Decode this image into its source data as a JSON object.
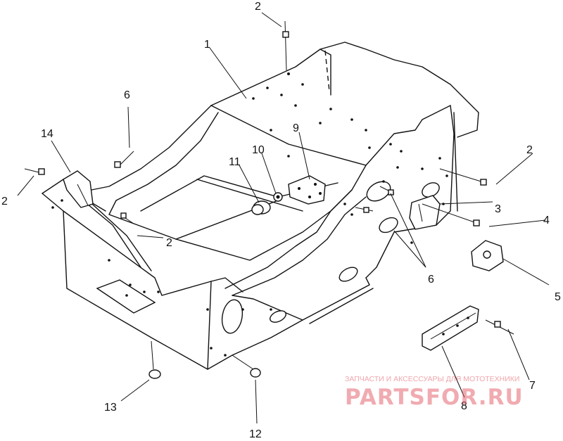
{
  "callouts": {
    "c1": "1",
    "c2_top": "2",
    "c2_left": "2",
    "c2_mid": "2",
    "c2_right": "2",
    "c3": "3",
    "c4": "4",
    "c5": "5",
    "c6_left": "6",
    "c6_right": "6",
    "c7": "7",
    "c8": "8",
    "c9": "9",
    "c10": "10",
    "c11": "11",
    "c12": "12",
    "c13": "13",
    "c14": "14"
  },
  "watermark": {
    "caption": "ЗАПЧАСТИ И АКСЕССУАРЫ ДЛЯ МОТОТЕХНИКИ",
    "logo": "PARTSFOR.RU"
  }
}
